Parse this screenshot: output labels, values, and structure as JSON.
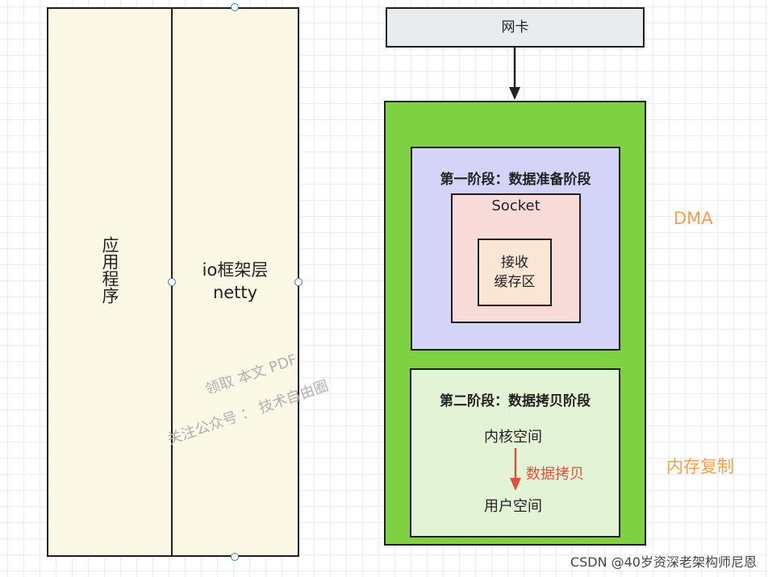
{
  "left_stack": {
    "app_label": "应用程序",
    "io_label_line1": "io框架层",
    "io_label_line2": "netty"
  },
  "nic_label": "网卡",
  "stage1": {
    "title": "第一阶段：数据准备阶段",
    "socket_label": "Socket",
    "buffer_line1": "接收",
    "buffer_line2": "缓存区"
  },
  "stage2": {
    "title": "第二阶段：数据拷贝阶段",
    "kernel_space": "内核空间",
    "copy_label": "数据拷贝",
    "user_space": "用户空间"
  },
  "side_labels": {
    "dma": "DMA",
    "memory_copy": "内存复制"
  },
  "watermark": {
    "line1": "领取 本文 PDF",
    "line2": "关注公众号 ：  技术自由圈"
  },
  "footer": "CSDN @40岁资深老架构师尼恩",
  "colors": {
    "accent_orange": "#f0a050",
    "copy_red": "#e05040",
    "kernel_green": "#7ed242",
    "handle_blue": "#2f7fd6"
  }
}
